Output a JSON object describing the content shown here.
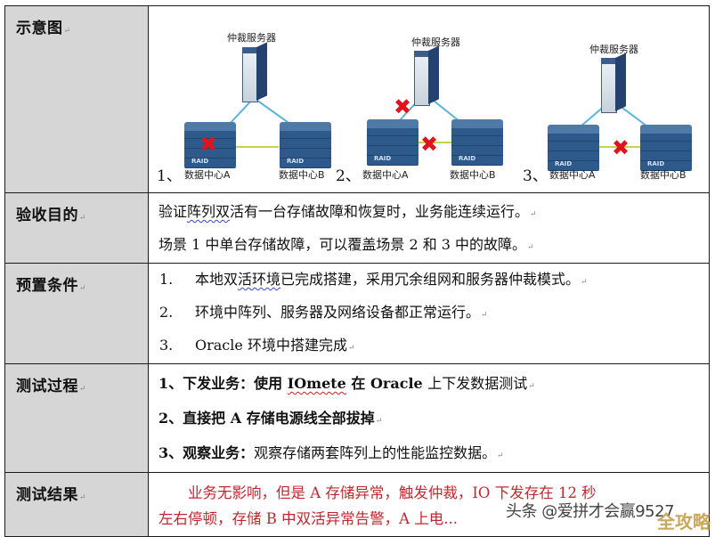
{
  "table": {
    "rows": [
      {
        "label": "示意图",
        "diagram": {
          "arbiter_label": "仲裁服务器",
          "storage_tag": "RAID",
          "scenes": [
            {
              "number": "1、",
              "dc_a": "数据中心A",
              "dc_b": "数据中心B",
              "failure": "storage A failed"
            },
            {
              "number": "2、",
              "dc_a": "数据中心A",
              "dc_b": "数据中心B",
              "failure": "arbiter-A link and A-B link failed"
            },
            {
              "number": "3、",
              "dc_a": "数据中心A",
              "dc_b": "数据中心B",
              "failure": "A-B link failed"
            }
          ],
          "cross_symbol": "✖",
          "colors": {
            "cross": "#e0141c",
            "arbiter_link": "#5ab4d8",
            "interlink": "#c8d24a",
            "storage": "#2d5a8a"
          }
        }
      },
      {
        "label": "验收目的",
        "lines": [
          {
            "pre": "验证",
            "squiggle": "阵列双",
            "post": "活有一台存储故障和恢复时，业务能连续运行。"
          },
          {
            "text": "场景 1 中单台存储故障，可以覆盖场景 2 和 3 中的故障。"
          }
        ]
      },
      {
        "label": "预置条件",
        "items": [
          {
            "num": "1.",
            "pre": "本地双",
            "squiggle": "活环境",
            "post": "已完成搭建，采用冗余组网和服务器仲裁模式。"
          },
          {
            "num": "2.",
            "text": "环境中阵列、服务器及网络设备都正常运行。"
          },
          {
            "num": "3.",
            "text": "Oracle 环境中搭建完成"
          }
        ]
      },
      {
        "label": "测试过程",
        "steps": [
          {
            "bold": "1、下发业务：使用 ",
            "squiggle": "IOmete",
            "bold2": " 在 Oracle ",
            "text": "上下发数据测试"
          },
          {
            "bold": "2、直接把 A 存储电源线全部拔掉",
            "text": ""
          },
          {
            "bold": "3、观察业务：",
            "text": "观察存储两套阵列上的性能监控数据。"
          }
        ]
      },
      {
        "label": "测试结果",
        "result_lines": [
          "业务无影响，但是 A 存储异常，触发仲裁，IO 下发存在 12 秒",
          "左右停顿，存储 B 中双活异常告警，A 上电..."
        ],
        "color": "#c0282e"
      }
    ],
    "paragraph_mark": "↵"
  },
  "watermark": {
    "text": "头条 @爱拼才会赢9527",
    "brand": "全攻略"
  }
}
